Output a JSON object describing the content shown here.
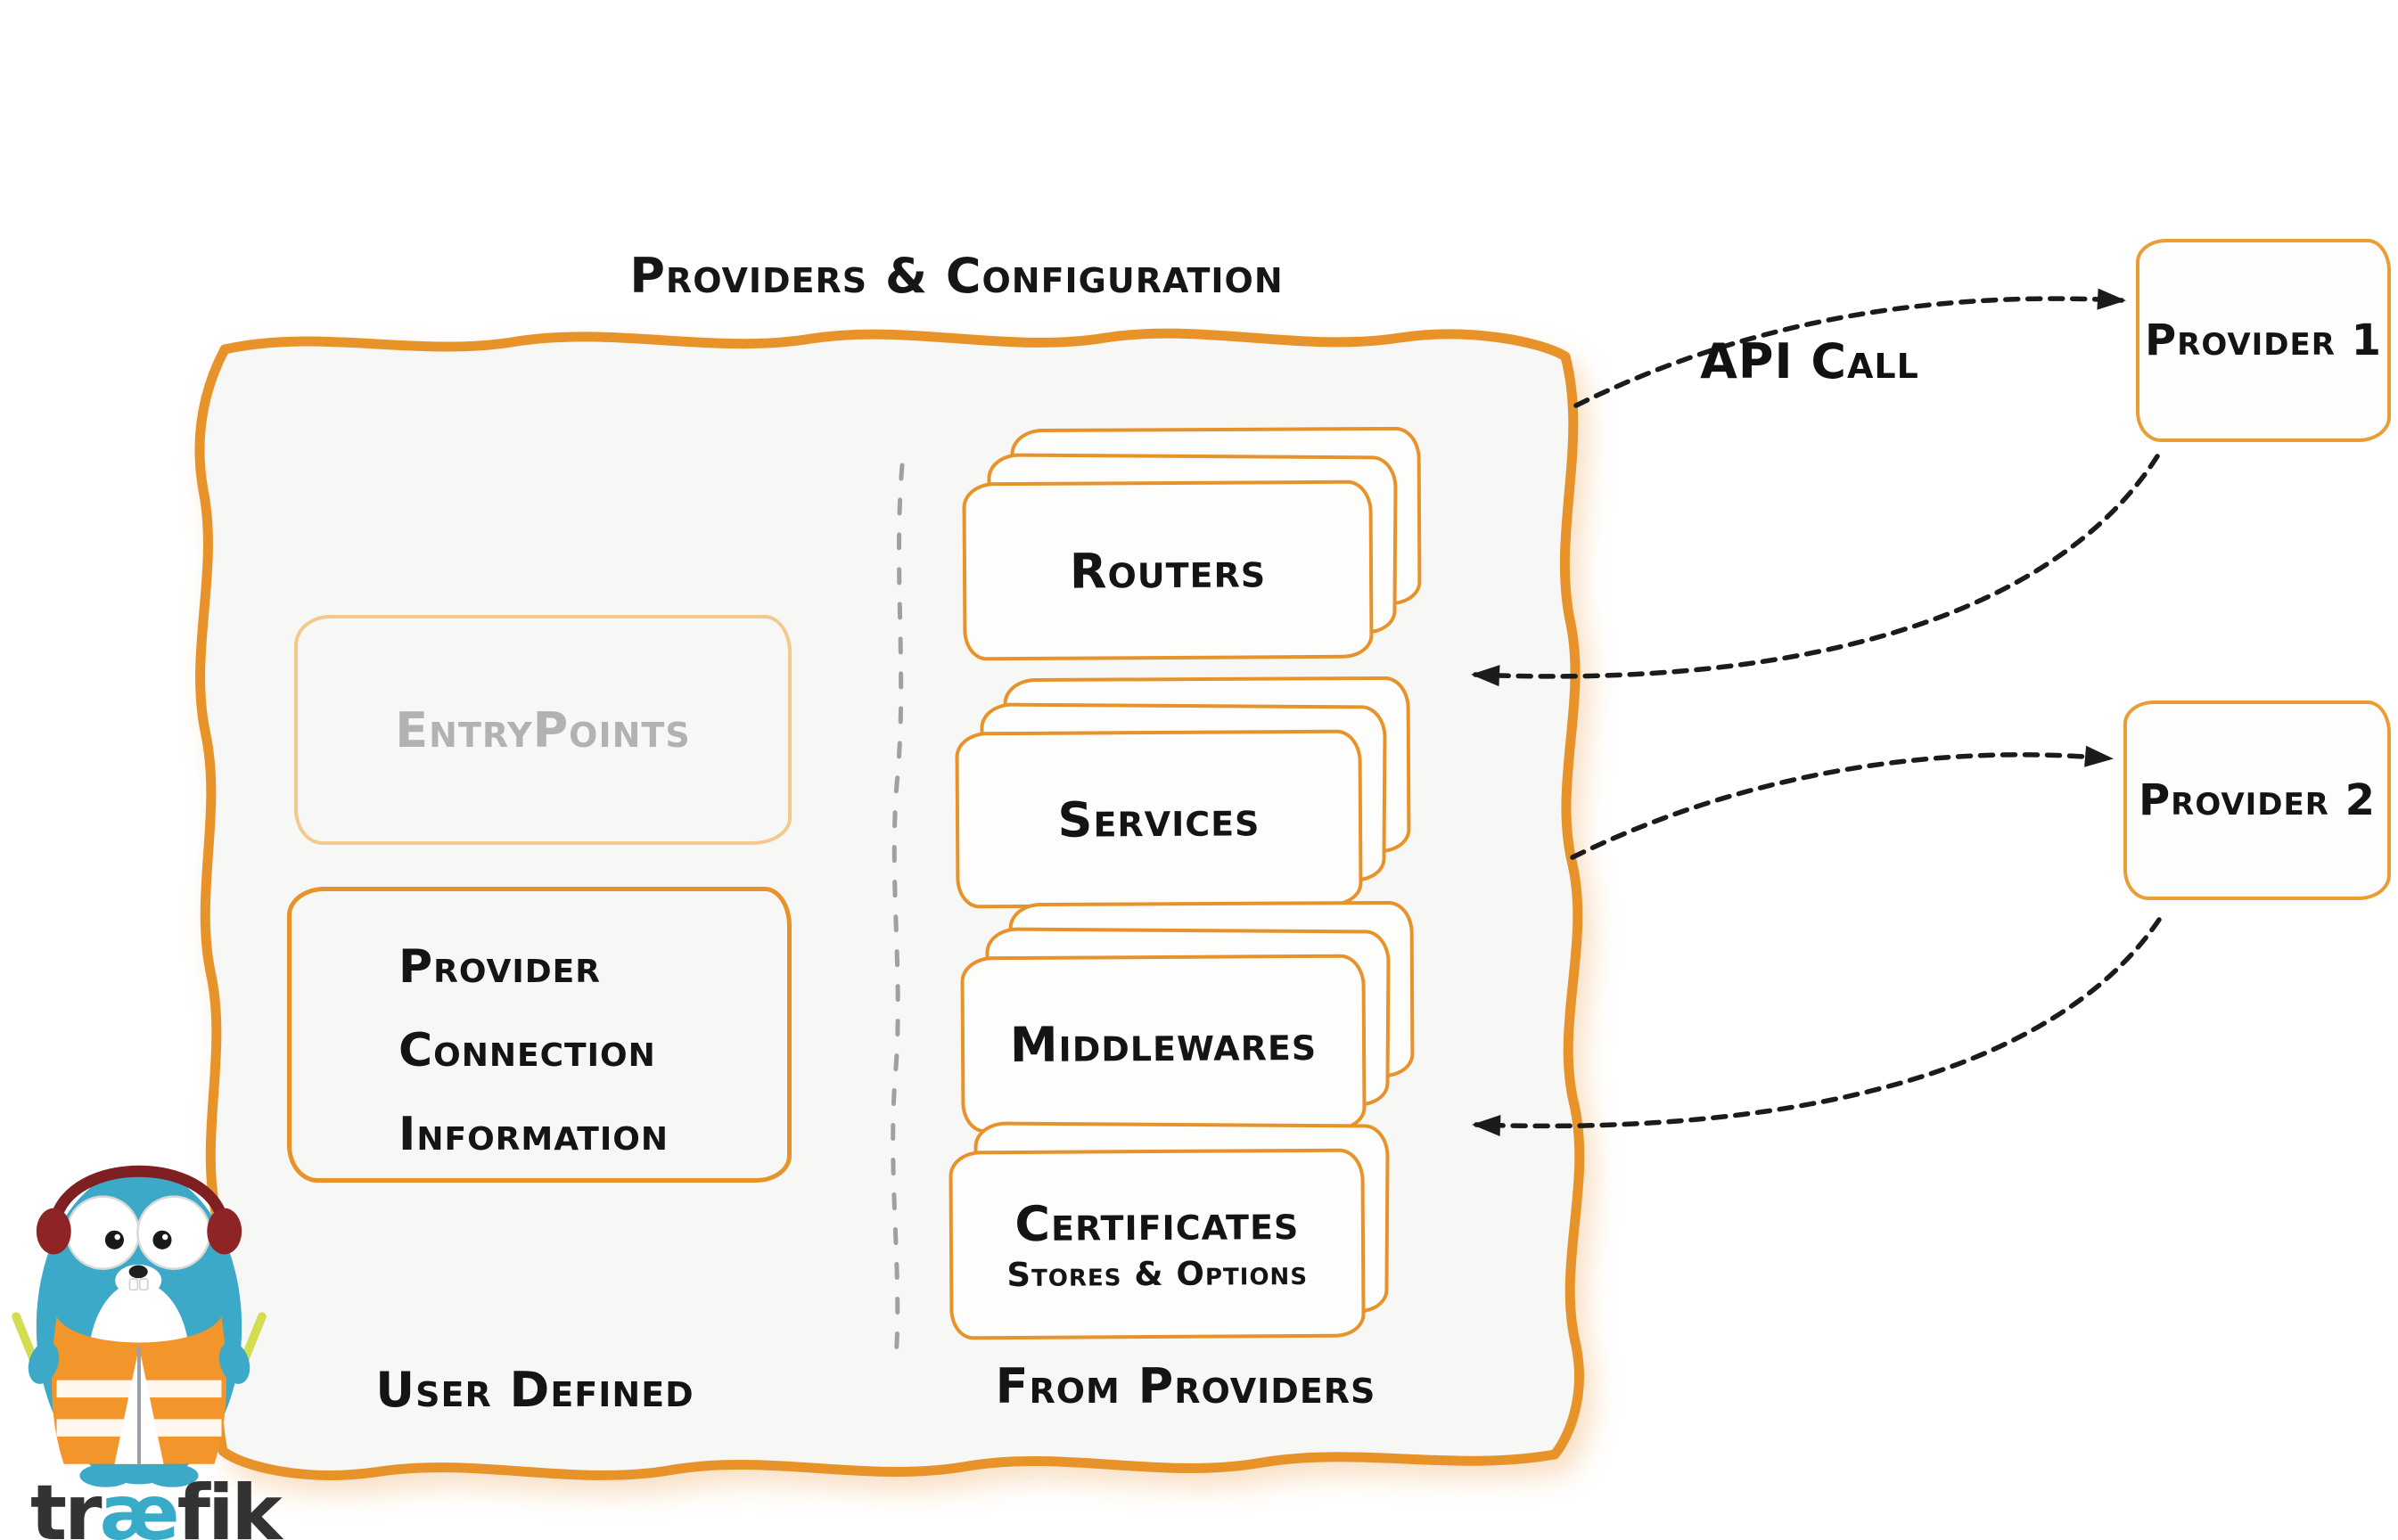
{
  "title": "Providers & Configuration",
  "user_defined": {
    "entrypoints": "EntryPoints",
    "provider_connection_lines": [
      "Provider",
      "Connection",
      "Information"
    ],
    "footer": "User Defined"
  },
  "from_providers": {
    "cards": [
      {
        "label": "Routers"
      },
      {
        "label": "Services"
      },
      {
        "label": "Middlewares"
      },
      {
        "label": "Certificates",
        "sublabel": "Stores & Options"
      }
    ],
    "footer": "From Providers"
  },
  "providers": [
    {
      "label": "Provider 1"
    },
    {
      "label": "Provider 2"
    }
  ],
  "api_call_label": "API Call",
  "logo": {
    "prefix": "tr",
    "ae": "æ",
    "suffix": "fik"
  },
  "colors": {
    "orange": "#E8922A",
    "muted_orange": "#F3C98F",
    "gray_text": "#B2B2B2",
    "ink": "#1C1C1C",
    "teal": "#37ABC8",
    "arrow_black": "#1B1B1B"
  }
}
